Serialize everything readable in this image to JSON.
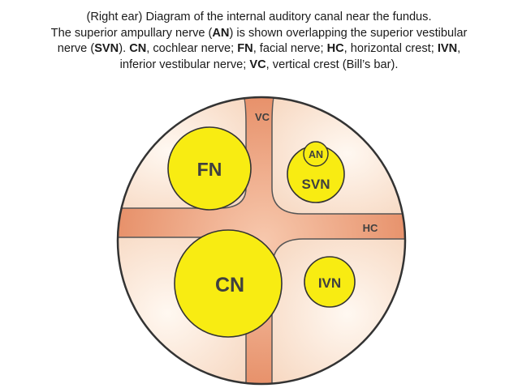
{
  "caption": {
    "line1": "(Right ear) Diagram of the internal auditory canal near the fundus.",
    "line2_a": "The superior ampullary nerve (",
    "line2_b": "AN",
    "line2_c": ") is shown overlapping the superior vestibular",
    "line3_a": "nerve (",
    "line3_b": "SVN",
    "line3_c": "). ",
    "line3_d": "CN",
    "line3_e": ", cochlear nerve; ",
    "line3_f": "FN",
    "line3_g": ", facial nerve; ",
    "line3_h": "HC",
    "line3_i": ", horizontal crest; ",
    "line3_j": "IVN",
    "line3_k": ",",
    "line4_a": "inferior vestibular nerve; ",
    "line4_b": "VC",
    "line4_c": ", vertical crest (Bill’s bar)."
  },
  "labels": {
    "vc": "VC",
    "fn": "FN",
    "an": "AN",
    "svn": "SVN",
    "hc": "HC",
    "cn": "CN",
    "ivn": "IVN"
  },
  "colors": {
    "nerve_fill": "#f8ec12",
    "crest": "#e58a62",
    "quadrant": "#fbe6d6",
    "outline": "#333333"
  }
}
